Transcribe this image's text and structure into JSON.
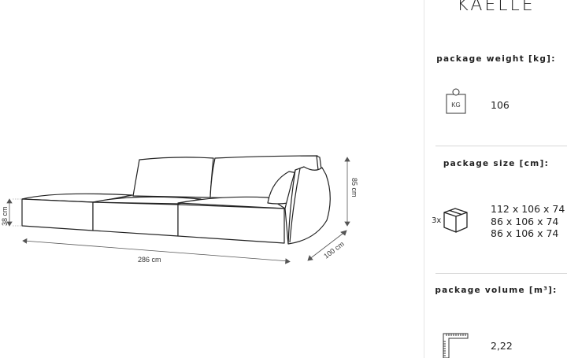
{
  "product": {
    "name": "KAELLE"
  },
  "dimensions": {
    "seat_height": "38 cm",
    "total_height": "85 cm",
    "width": "286 cm",
    "depth": "100 cm"
  },
  "weight": {
    "heading": "package weight [kg]:",
    "icon": "weight-kg-icon",
    "icon_label": "KG",
    "value": "106"
  },
  "size": {
    "heading": "package size [cm]:",
    "icon": "box-icon",
    "count": "3x",
    "packages": [
      "112 x 106 x 74",
      "86 x 106 x 74",
      "86 x 106 x 74"
    ]
  },
  "volume": {
    "heading": "package volume [m³]:",
    "icon": "ruler-icon",
    "value": "2,22"
  }
}
